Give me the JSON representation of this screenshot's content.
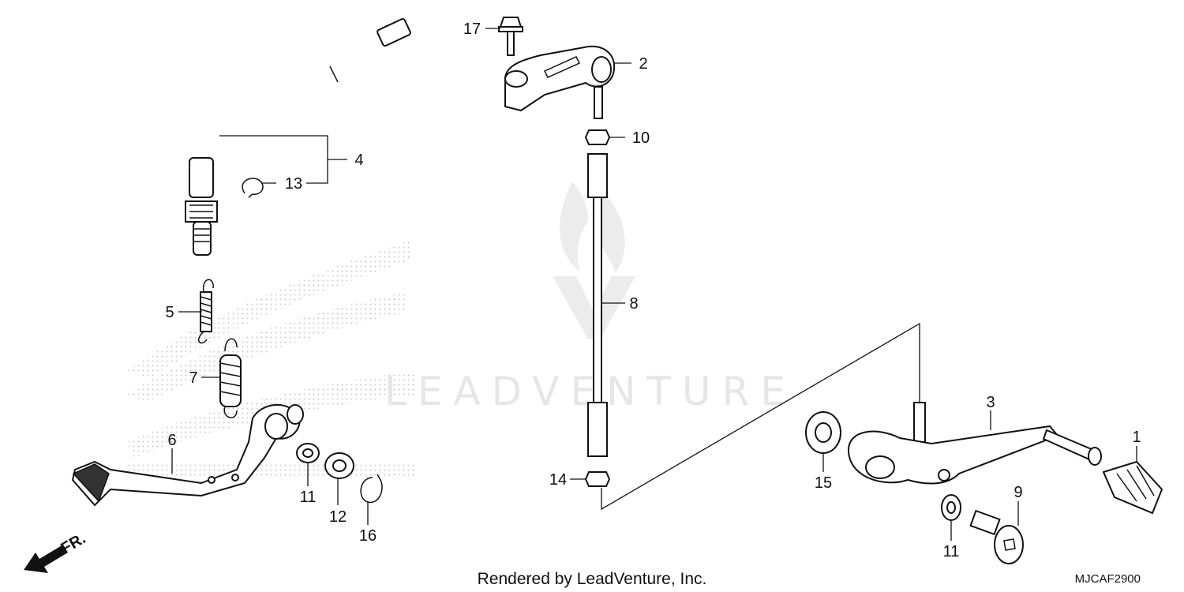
{
  "watermark": "LEADVENTURE",
  "footer": {
    "rendered_by": "Rendered by LeadVenture, Inc.",
    "diagram_code": "MJCAF2900"
  },
  "direction_label": "FR.",
  "callouts": [
    "1",
    "2",
    "3",
    "4",
    "5",
    "6",
    "7",
    "8",
    "9",
    "10",
    "11",
    "11",
    "12",
    "13",
    "14",
    "15",
    "16",
    "17"
  ]
}
